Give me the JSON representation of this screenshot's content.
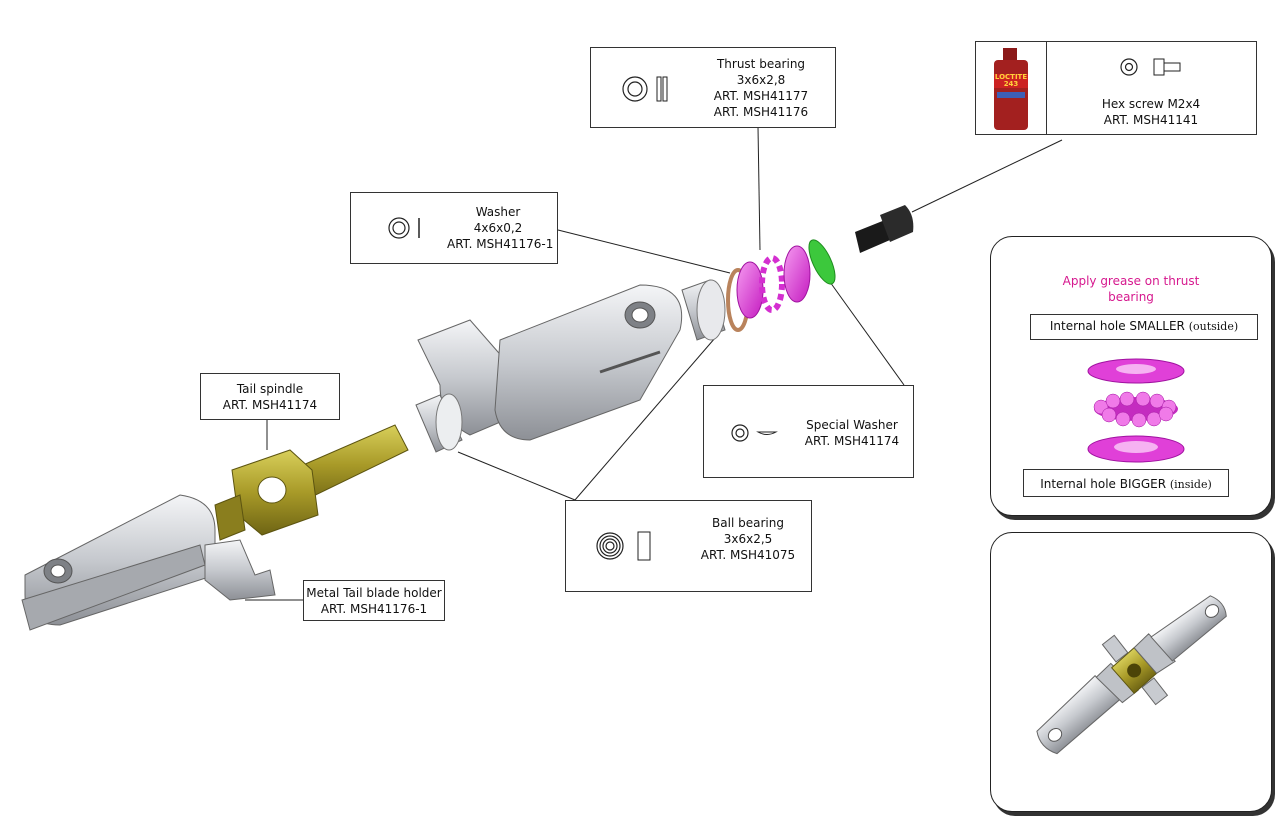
{
  "callouts": {
    "thrust_bearing": {
      "title": "Thrust bearing",
      "size": "3x6x2,8",
      "art1": "ART. MSH41177",
      "art2": "ART. MSH41176"
    },
    "hex_screw": {
      "title": "Hex screw M2x4",
      "art": "ART. MSH41141"
    },
    "washer": {
      "title": "Washer",
      "size": "4x6x0,2",
      "art": "ART. MSH41176-1"
    },
    "tail_spindle": {
      "title": "Tail spindle",
      "art": "ART. MSH41174"
    },
    "special_washer": {
      "title": "Special Washer",
      "art": "ART. MSH41174"
    },
    "ball_bearing": {
      "title": "Ball bearing",
      "size": "3x6x2,5",
      "art": "ART. MSH41075"
    },
    "blade_holder": {
      "title": "Metal Tail blade holder",
      "art": "ART. MSH41176-1"
    }
  },
  "thread_lock": {
    "brand": "LOCTITE",
    "number": "243"
  },
  "grease_panel": {
    "note": "Apply grease on thrust bearing",
    "top_label": "Internal hole SMALLER",
    "top_hint": "(outside)",
    "bottom_label": "Internal hole BIGGER",
    "bottom_hint": "(inside)"
  },
  "colors": {
    "magenta_part": "#e040d8",
    "green_washer": "#3cc83c",
    "brass_spindle": "#a89a28",
    "aluminum": "#c8cbd0",
    "grease_text": "#d6188e"
  }
}
